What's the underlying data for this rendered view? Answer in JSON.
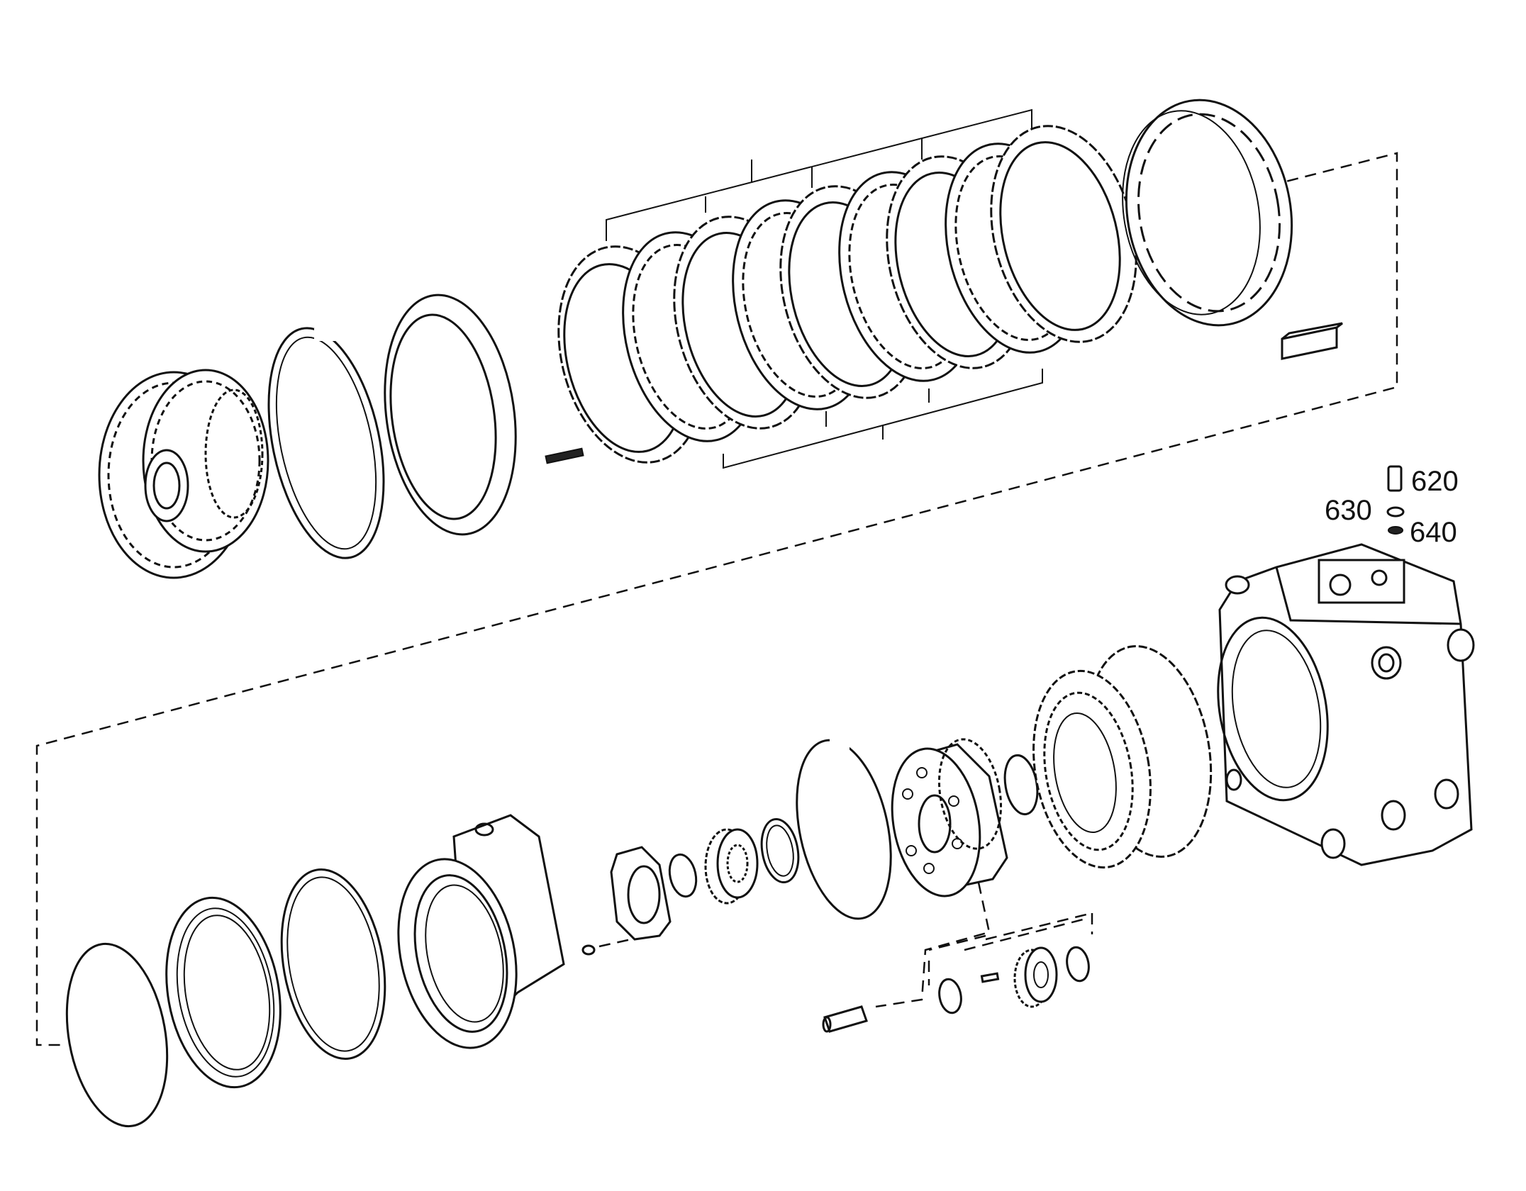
{
  "diagram": {
    "callouts": [
      {
        "id": "620",
        "label": "620"
      },
      {
        "id": "630",
        "label": "630"
      },
      {
        "id": "640",
        "label": "640"
      }
    ],
    "colors": {
      "line": "#111111",
      "background": "#ffffff"
    }
  }
}
